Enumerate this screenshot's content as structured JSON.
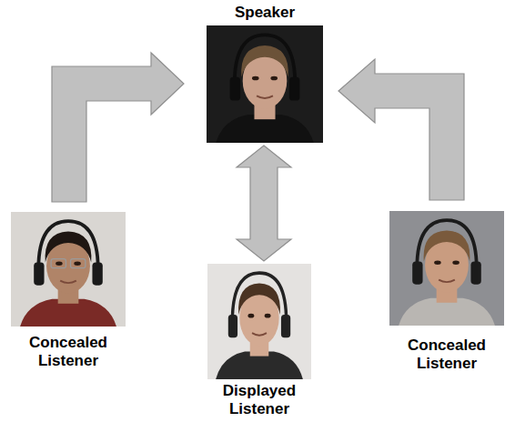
{
  "diagram": {
    "nodes": [
      {
        "text": [
          "Speaker"
        ]
      },
      {
        "text": [
          "Concealed Listener"
        ]
      },
      {
        "text": [
          "Displayed Listener"
        ]
      },
      {
        "text": [
          "Concealed Listener"
        ]
      }
    ],
    "edges": [
      {
        "from": 1,
        "to": 0,
        "arrow": "to"
      },
      {
        "from": 2,
        "to": 0,
        "arrow": "both"
      },
      {
        "from": 3,
        "to": 0,
        "arrow": "to"
      }
    ]
  }
}
